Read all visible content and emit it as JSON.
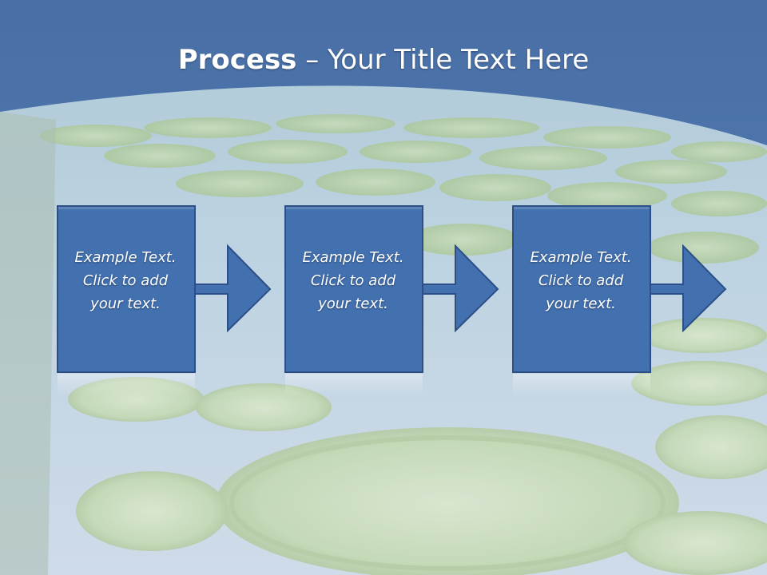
{
  "slide": {
    "title_bold": "Process",
    "title_rest": " – Your Title Text Here"
  },
  "steps": [
    {
      "text": "Example Text.\nClick  to add\nyour text."
    },
    {
      "text": "Example Text.\nClick  to add\nyour text."
    },
    {
      "text": "Example Text.\nClick  to add\nyour text."
    }
  ],
  "colors": {
    "header_blue": "#3a66a6",
    "box_fill": "#4371b0",
    "box_border": "#2b4f86",
    "text": "#ffffff"
  }
}
